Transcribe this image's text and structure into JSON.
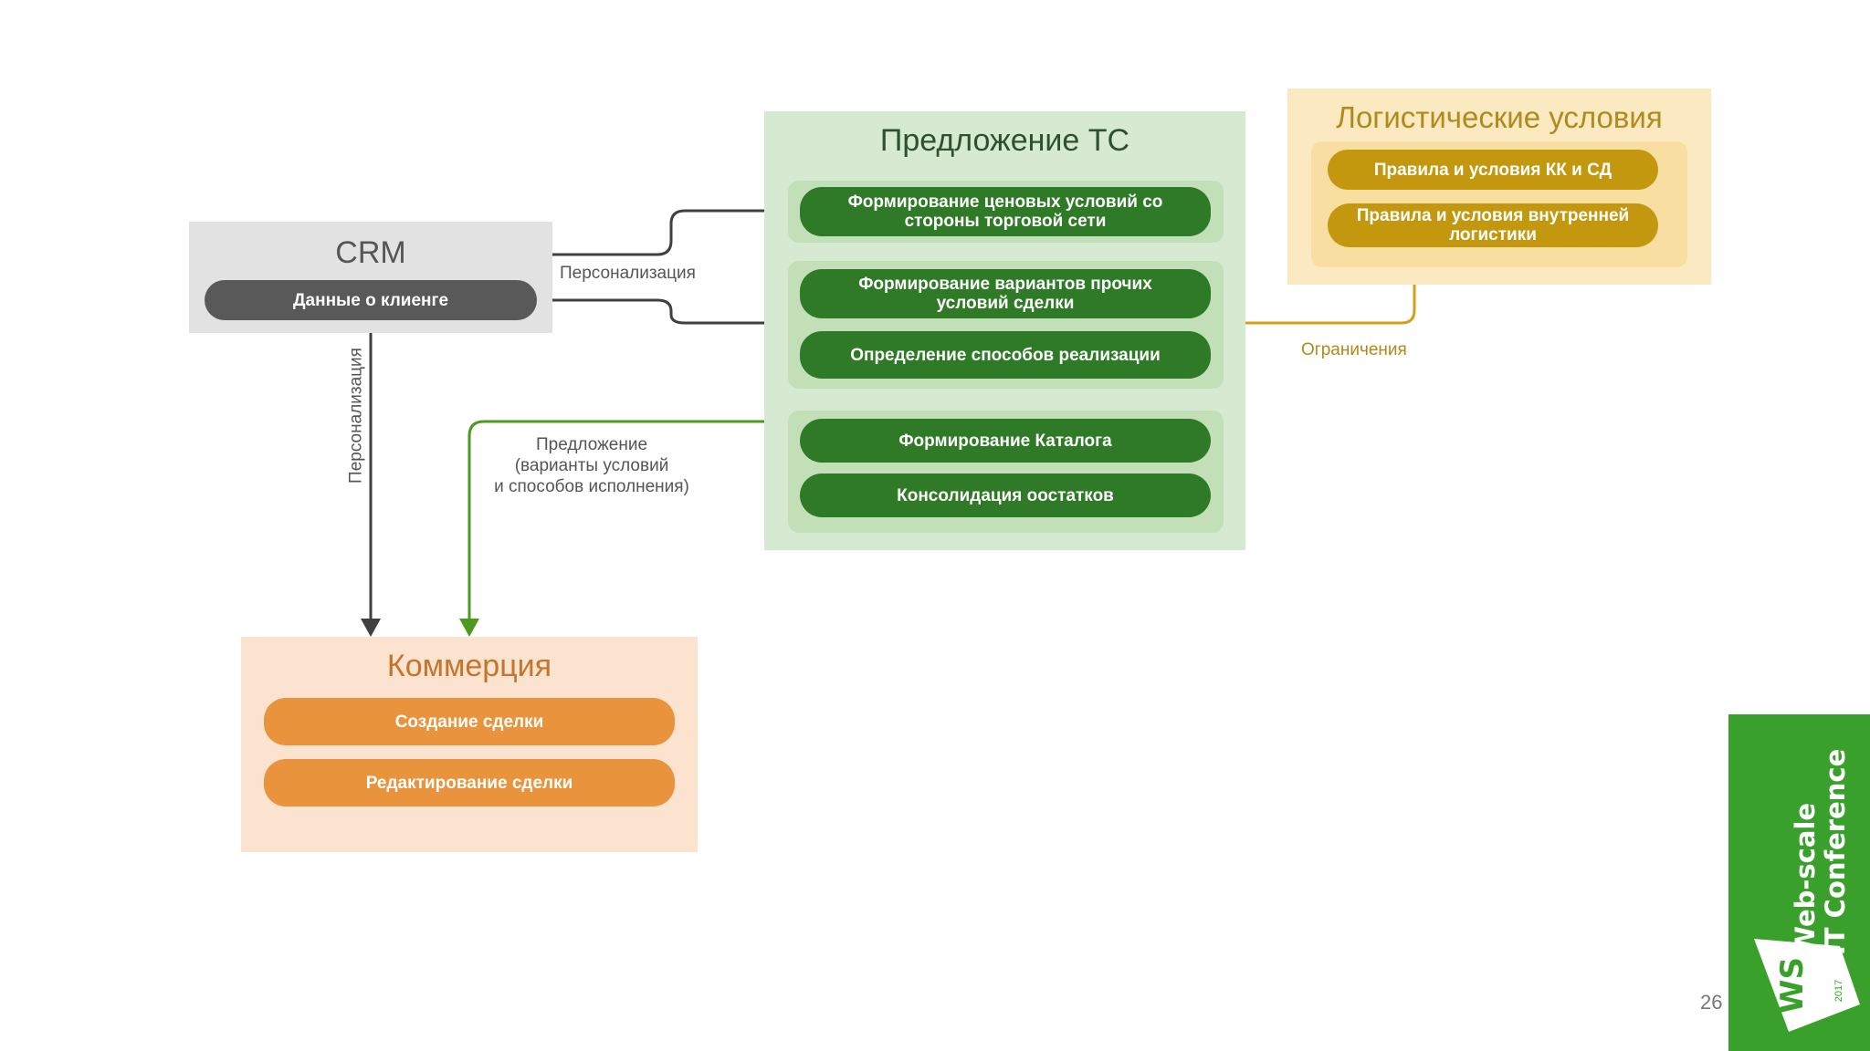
{
  "colors": {
    "crm_bg": "#e2e2e2",
    "crm_pill": "#595959",
    "offer_bg": "#d5ead0",
    "offer_group": "#c3dfb8",
    "offer_pill": "#2f7a27",
    "offer_title": "#2f4f2f",
    "logistics_bg": "#fbe9c2",
    "logistics_group": "#f9dea2",
    "logistics_pill": "#c3980e",
    "logistics_title": "#b08a1a",
    "commerce_bg": "#fbe3cf",
    "commerce_pill": "#e9933c",
    "commerce_title": "#c5752b",
    "arrow_dark": "#404040",
    "arrow_green": "#4e9a1e",
    "arrow_gold": "#d4a017",
    "brand_green": "#3aa02c"
  },
  "crm": {
    "title": "CRM",
    "client_data": "Данные о клиенге"
  },
  "offer": {
    "title": "Предложение ТС",
    "items": [
      "Формирование ценовых условий со\nстороны торговой сети",
      "Формирование вариантов прочих\nусловий сделки",
      "Определение способов реализации",
      "Формирование Каталога",
      "Консолидация оостатков"
    ]
  },
  "logistics": {
    "title": "Логистические условия",
    "items": [
      "Правила и условия  КК и СД",
      "Правила и условия внутренней\nлогистики"
    ]
  },
  "commerce": {
    "title": "Коммерция",
    "items": [
      "Создание сделки",
      "Редактирование сделки"
    ]
  },
  "edges": {
    "personalization_top": "Персонализация",
    "personalization_vertical": "Персонализация",
    "proposal": "Предложение\n(варианты условий\nи способов исполнения)",
    "restrictions": "Ограничения"
  },
  "brand": {
    "line1": "Web-scale",
    "line2": "IT Conference",
    "logo": "WS",
    "year": "2017"
  },
  "page_number": "26"
}
